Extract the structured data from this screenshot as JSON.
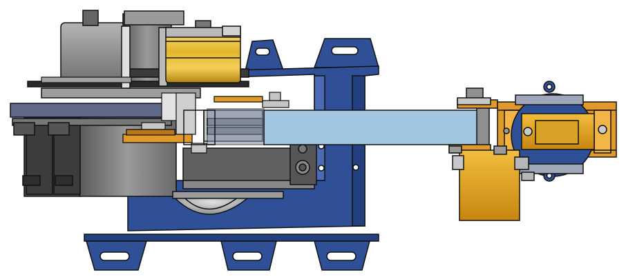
{
  "colors": {
    "background": "#ffffff",
    "outline": "#111111",
    "blue_bracket": "#2f4f97",
    "blue_bracket_dark": "#24407e",
    "blue_highlight": "#4b6cb5",
    "gray_servo": "#7b7b7b",
    "gray_servo_light": "#a8a8a8",
    "gray_servo_dark": "#4a4a4a",
    "gray_metal": "#c9c9c9",
    "gold_coil": "#e3b52c",
    "gold_coil_light": "#f7d76a",
    "orange_part": "#e19a2a",
    "orange_part_dark": "#b9771c",
    "amber_servo": "#e7a51c",
    "light_blue_arm": "#9fc6de",
    "slot_white": "#ffffff"
  },
  "parts": {
    "base_bracket": "blue-base-bracket",
    "left_servo_stack": "gray-servo-stack",
    "gold_coil": "gold-coil",
    "middle_servo": "middle-servo",
    "arm_link": "light-blue-arm",
    "wrist_bracket": "orange-wrist-bracket",
    "wrist_servo": "amber-wrist-servo",
    "wrist_horn": "wrist-servo-horn"
  }
}
